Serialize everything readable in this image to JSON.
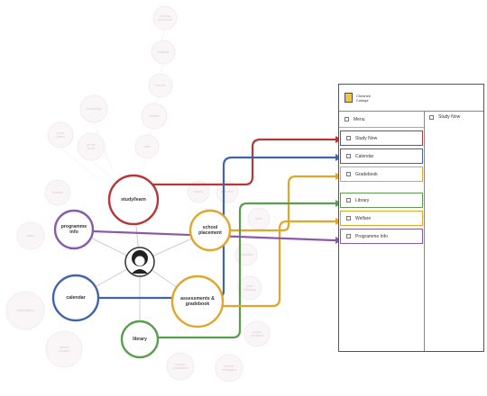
{
  "diagram": {
    "center_icon": "student-avatar-icon",
    "nodes": [
      {
        "id": "study",
        "label": "study/learn",
        "color": "#b5373a"
      },
      {
        "id": "programme",
        "label": "programme\ninfo",
        "color": "#8a5aa8"
      },
      {
        "id": "school",
        "label": "school\nplacement",
        "color": "#e0a52a"
      },
      {
        "id": "calendar",
        "label": "calendar",
        "color": "#3f63ad"
      },
      {
        "id": "assessments",
        "label": "assessments &\ngradebook",
        "color": "#e0a52a"
      },
      {
        "id": "library",
        "label": "library",
        "color": "#5a9d4f"
      }
    ],
    "faded_labels": {
      "a": "reading\nexercises",
      "b": "analysis",
      "c": "theorie",
      "d": "models",
      "e": "recordings",
      "f": "data",
      "g": "poss\npeers",
      "h": "group\nwork",
      "i": "timeline",
      "j": "dates",
      "k": "notifications",
      "l": "alumni\ncontact",
      "m": "places",
      "n": "reflection",
      "o": "aims",
      "p": "evaluation",
      "q": "prior\nlearning",
      "r": "grade\nfeedback",
      "s": "essays\nsubmission",
      "t": "mentor\nmessages",
      "u": "book\nrenewal",
      "v": "hours\nreference"
    }
  },
  "app": {
    "brand": "Cheshire\nCollege",
    "menu_label": "Menu",
    "content_title": "Study Now",
    "menu_items": [
      {
        "label": "Study Now",
        "color": "#b5373a"
      },
      {
        "label": "Calendar",
        "color": "#3f63ad"
      },
      {
        "label": "Gradebook",
        "color": "#e0a52a"
      },
      {
        "label": "Library",
        "color": "#5a9d4f"
      },
      {
        "label": "Welfare",
        "color": "#e0a52a"
      },
      {
        "label": "Programme Info",
        "color": "#8a5aa8"
      }
    ]
  }
}
